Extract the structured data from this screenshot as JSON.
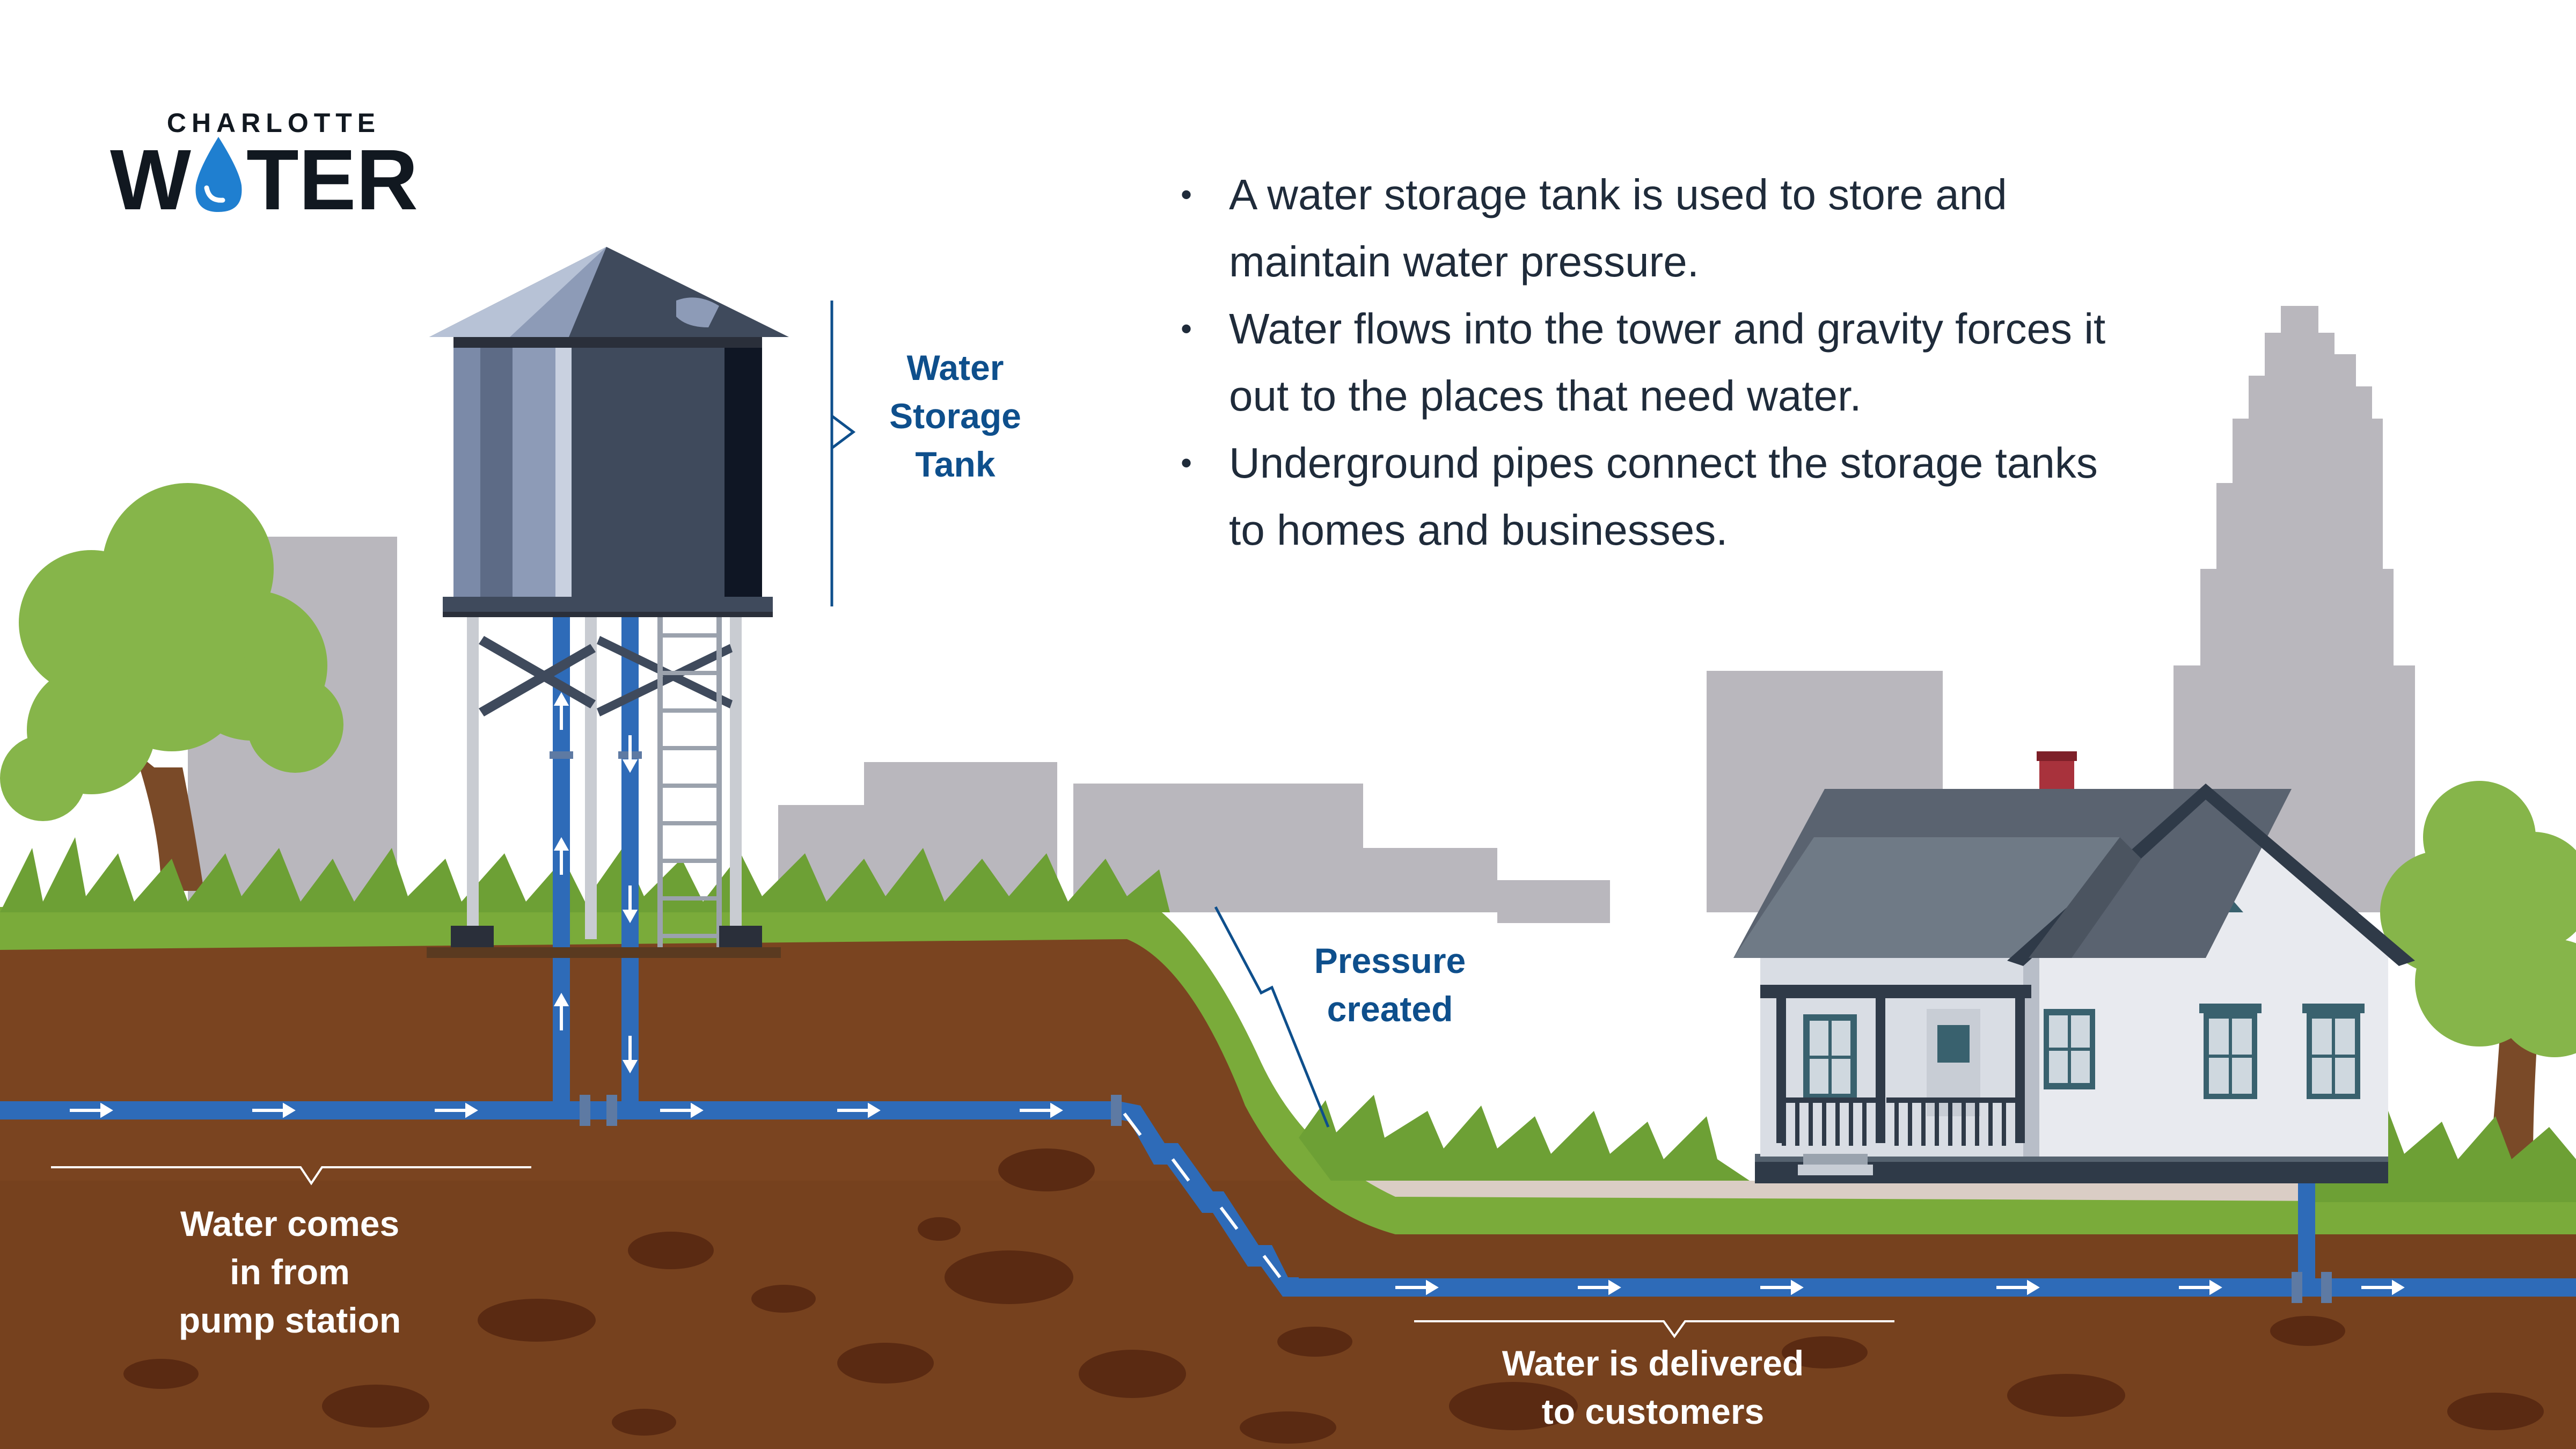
{
  "logo": {
    "top_text": "CHARLOTTE",
    "main_text_before": "W",
    "main_text_after": "TER",
    "drop_icon": "water-drop-icon"
  },
  "bullets": [
    "A water storage tank is used to store and maintain water pressure.",
    "Water flows into the tower and gravity forces it out to the places that need water.",
    "Underground pipes connect the storage tanks to homes and businesses."
  ],
  "labels": {
    "tank": [
      "Water",
      "Storage",
      "Tank"
    ],
    "pressure": [
      "Pressure",
      "created"
    ],
    "pump": [
      "Water comes",
      "in from",
      "pump station"
    ],
    "delivered": [
      "Water is delivered",
      "to customers"
    ]
  },
  "colors": {
    "label_blue": "#0e4f8c",
    "pipe_blue": "#2e6bb8",
    "soil": "#7a4420",
    "grass": "#7aab3a",
    "skyline": "#b9b7bd",
    "tank_dark": "#3f4a5c"
  }
}
